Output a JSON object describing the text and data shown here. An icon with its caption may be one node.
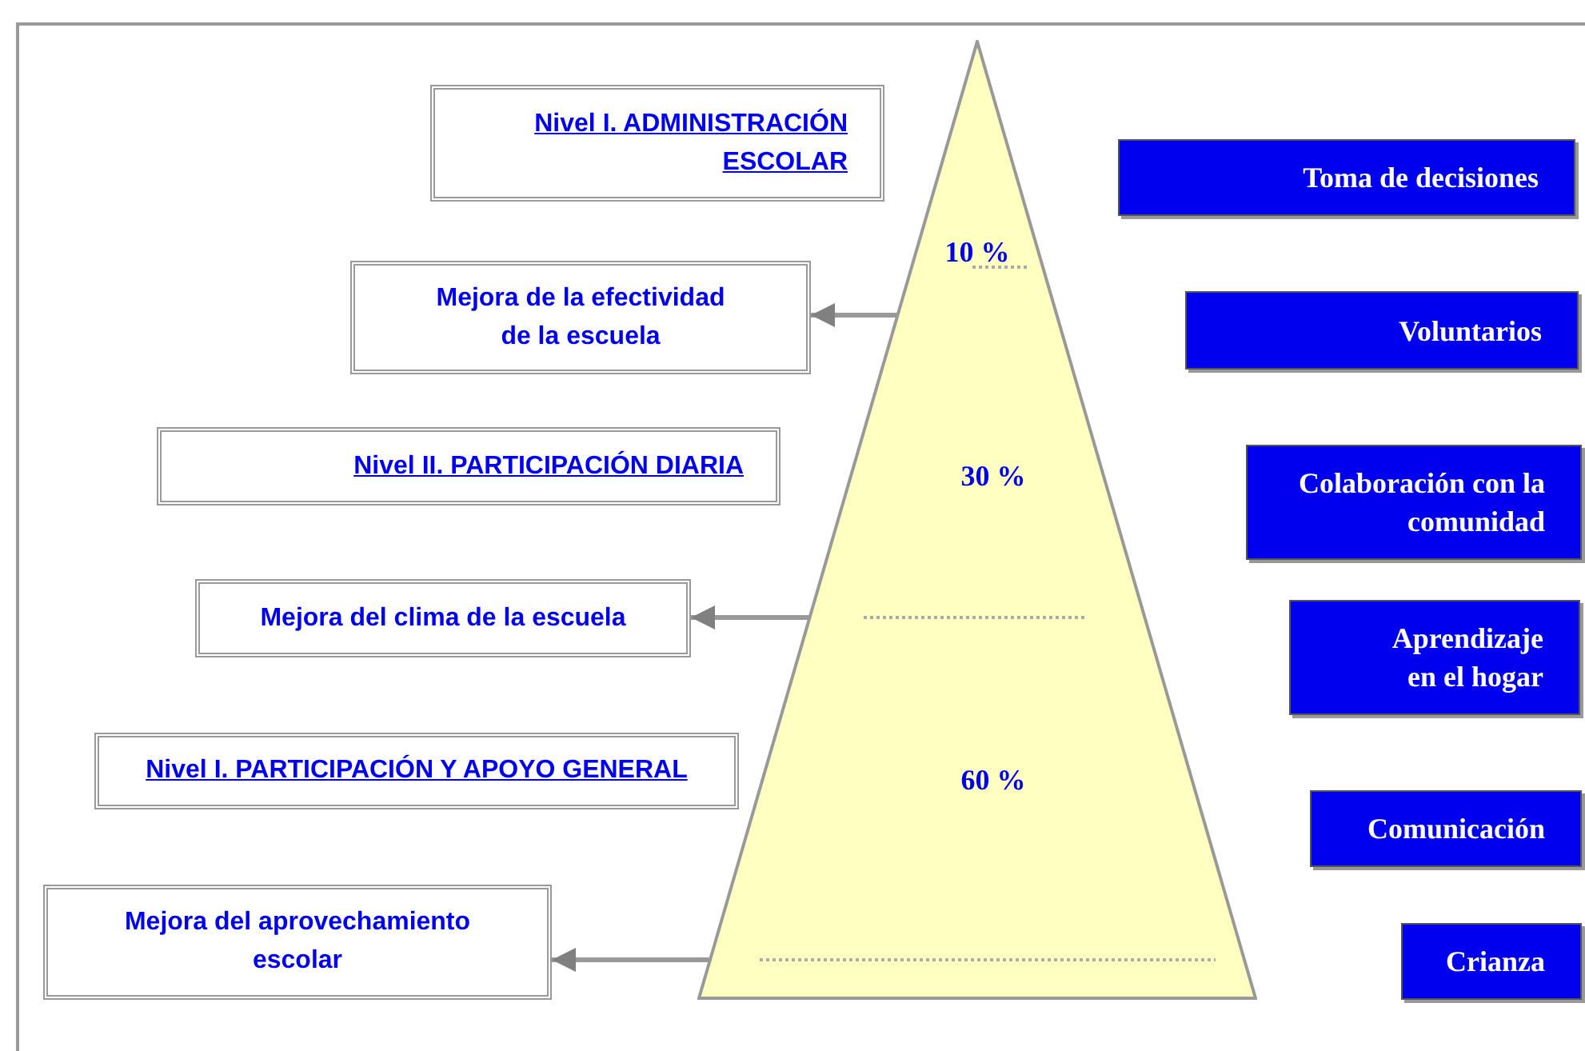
{
  "diagram": {
    "nodes": [
      {
        "text": [
          "10 %",
          "30 %",
          "60 %"
        ]
      },
      {
        "text": [
          "Nivel I. ADMINISTRACIÓN ESCOLAR"
        ]
      },
      {
        "text": [
          "Toma de decisiones"
        ]
      },
      {
        "text": [
          "Mejora de la efectividad de la escuela"
        ]
      },
      {
        "text": [
          "Voluntarios"
        ]
      },
      {
        "text": [
          "Nivel II. PARTICIPACIÓN DIARIA"
        ]
      },
      {
        "text": [
          "Colaboración con la comunidad"
        ]
      },
      {
        "text": [
          "Mejora del clima de la escuela"
        ]
      },
      {
        "text": [
          "Aprendizaje en el hogar"
        ]
      },
      {
        "text": [
          "Nivel I. PARTICIPACIÓN Y APOYO GENERAL"
        ]
      },
      {
        "text": [
          "Comunicación"
        ]
      },
      {
        "text": [
          "Mejora del aprovechamiento escolar"
        ]
      },
      {
        "text": [
          "Crianza"
        ]
      }
    ],
    "edges": [
      {
        "from": 0,
        "to": 3,
        "arrow": "to"
      },
      {
        "from": 0,
        "to": 7,
        "arrow": "to"
      },
      {
        "from": 0,
        "to": 11,
        "arrow": "to"
      }
    ]
  }
}
